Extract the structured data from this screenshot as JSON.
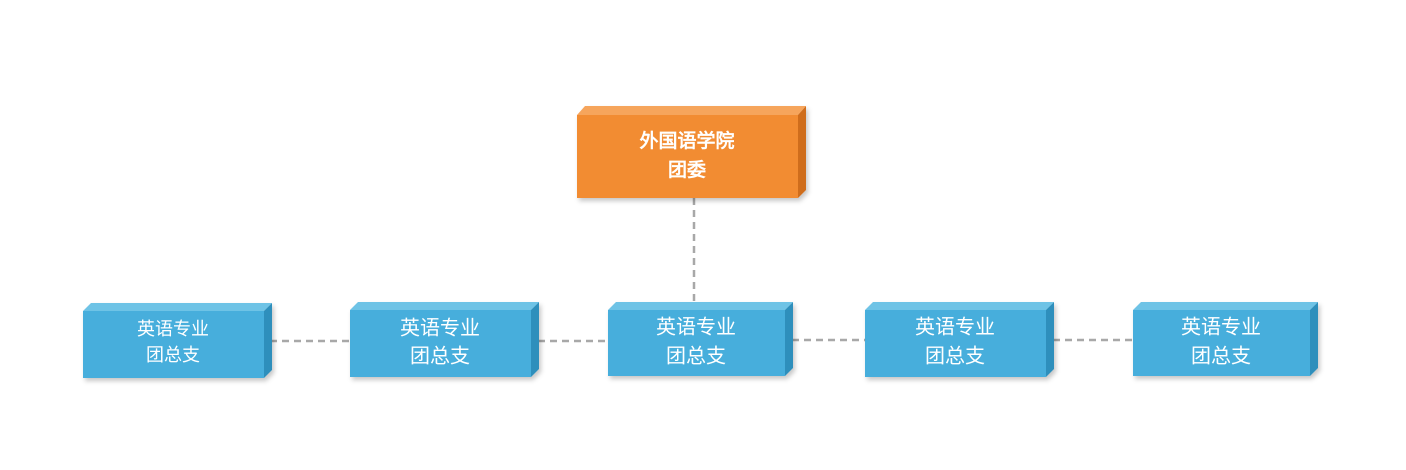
{
  "root": {
    "line1": "外国语学院",
    "line2": "团委",
    "colors": {
      "front": "#F28C30",
      "top": "#F6A55C",
      "side": "#CF6D1C"
    }
  },
  "children": [
    {
      "line1": "英语专业",
      "line2": "团总支"
    },
    {
      "line1": "英语专业",
      "line2": "团总支"
    },
    {
      "line1": "英语专业",
      "line2": "团总支"
    },
    {
      "line1": "英语专业",
      "line2": "团总支"
    },
    {
      "line1": "英语专业",
      "line2": "团总支"
    }
  ],
  "child_colors": {
    "front": "#46AEDC",
    "top": "#6EC3E6",
    "side": "#2E8FBC"
  },
  "connector_color": "#A8A8A8"
}
